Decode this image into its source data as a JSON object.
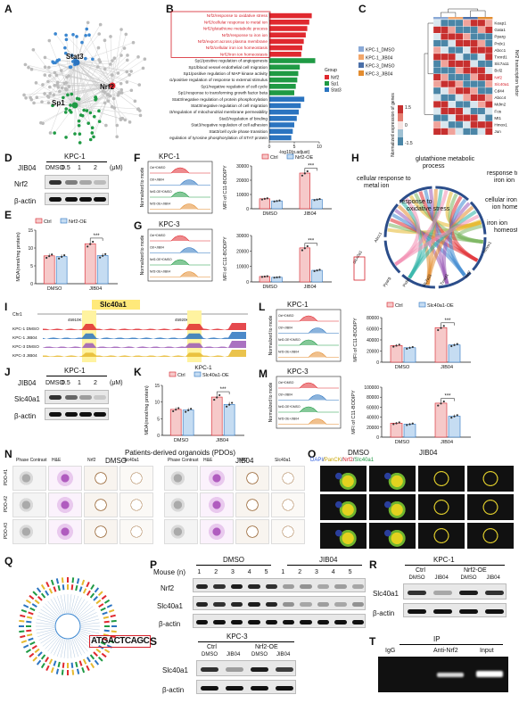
{
  "panels": {
    "A": {
      "label": "A",
      "nodes": {
        "stat3": "Stat3",
        "nrf2": "Nrf2",
        "sp1": "Sp1"
      }
    },
    "B": {
      "label": "B",
      "terms": [
        "Nrf2/response to oxidative stress",
        "Nrf2/cellular response to metal ion",
        "Nrf2/glutathione metabolic process",
        "Nrf2/response to iron ion",
        "Nrf2/export across plasma membrane",
        "Nrf2/cellular iron ion homeostasis",
        "Nrf2/iron ion homeostasis",
        "Sp1/positive regulation of angiogenesis",
        "Sp1/blood vessel endothelial cell migration",
        "Sp1/positive regulation of MAP kinase activity",
        "Sp1/positive regulation of response to external stimulus",
        "Sp1/negative regulation of cell cycle",
        "Sp1/response to transforming growth factor beta",
        "Stat3/negative regulation of protein phosphorylation",
        "Stat3/negative regulation of cell migration",
        "Stat3/regulation of mitochondrial membrane permeability",
        "Stat3/regulation of binding",
        "Stat3/negative regulation of cell adhesion",
        "Stat3/cell cycle phase transition",
        "Stat3/regulation of tyrosine phosphorylation of STAT protein"
      ],
      "values": [
        8.5,
        8.0,
        7.6,
        7.3,
        6.9,
        6.6,
        6.4,
        9.2,
        6.1,
        5.8,
        5.6,
        5.3,
        5.0,
        7.0,
        6.3,
        5.9,
        5.5,
        5.0,
        4.7,
        4.4
      ],
      "groups": [
        "Nrf2",
        "Nrf2",
        "Nrf2",
        "Nrf2",
        "Nrf2",
        "Nrf2",
        "Nrf2",
        "Sp1",
        "Sp1",
        "Sp1",
        "Sp1",
        "Sp1",
        "Sp1",
        "Stat3",
        "Stat3",
        "Stat3",
        "Stat3",
        "Stat3",
        "Stat3",
        "Stat3"
      ],
      "legend_title": "Group",
      "legend": [
        "Nrf2",
        "Sp1",
        "Stat3"
      ],
      "colors": {
        "Nrf2": "#e0292f",
        "Sp1": "#1f9a44",
        "Stat3": "#2b74c0"
      },
      "xlabel": "-log10(p.adjust)",
      "xticks": [
        "0",
        "5",
        "10"
      ]
    },
    "C": {
      "label": "C",
      "legend": [
        "KPC-1_DMSO",
        "KPC-1_JIB04",
        "KPC-3_DMSO",
        "KPC-3_JIB04"
      ],
      "genes": [
        "Keap1",
        "Gata1",
        "Pparg",
        "Prdx1",
        "Abcc1",
        "Txnrd1",
        "Slc7a11",
        "Bcl2",
        "Nrf2",
        "Slc40a1",
        "Cd44",
        "Abcc4",
        "Mdm2",
        "Fos",
        "Mt1",
        "Hmox1",
        "Jun"
      ],
      "scale_title": "Normalized expression of genes",
      "scale_ticks": [
        "1.5",
        "0",
        "-1.5"
      ],
      "side_title": "Nrf2 transcription factor"
    },
    "D": {
      "label": "D",
      "cell": "KPC-1",
      "agent": "JIB04",
      "doses": [
        "DMSO",
        "0.5",
        "1",
        "2"
      ],
      "unit": "(μM)",
      "rows": [
        "Nrf2",
        "β-actin"
      ]
    },
    "E": {
      "label": "E",
      "ylabel": "MDA(nmol/mg protein)",
      "legend": [
        "Ctrl",
        "Nrf2-OE"
      ],
      "xticks": [
        "DMSO",
        "JIB04"
      ],
      "yticks": [
        "0",
        "5",
        "10",
        "15"
      ],
      "sig": "***"
    },
    "F": {
      "label": "F",
      "cell": "KPC-1",
      "ylabel_flow": "Normalized to mode",
      "tracks": [
        "Ctrl+DMSO",
        "Ctrl+JIB04",
        "Nrf2-OE+DMSO",
        "Nrf2-OE+JIB04"
      ],
      "ylabel": "MFI of C11-BODIPY",
      "legend": [
        "Ctrl",
        "Nrf2-OE"
      ],
      "yticks": [
        "0",
        "10000",
        "20000",
        "30000"
      ],
      "xticks": [
        "DMSO",
        "JIB04"
      ],
      "sig": "***"
    },
    "G": {
      "label": "G",
      "cell": "KPC-3",
      "ylabel_flow": "Normalized to mode",
      "tracks": [
        "Ctrl+DMSO",
        "Ctrl+JIB04",
        "Nrf2-OE+DMSO",
        "Nrf2-OE+JIB04"
      ],
      "ylabel": "MFI of C11-BODIPY",
      "yticks": [
        "0",
        "10000",
        "20000",
        "30000"
      ],
      "xticks": [
        "DMSO",
        "JIB04"
      ],
      "sig": "***"
    },
    "H": {
      "label": "H",
      "terms": [
        "cellular response to metal ion",
        "glutathione metabolic process",
        "response to iron ion",
        "response to oxidative stress",
        "cellular iron ion homeostasis",
        "iron ion homeostasis"
      ],
      "genes": [
        "Slc40a1",
        "Pparg",
        "Prdx1",
        "Slc7a11",
        "Txnrd1",
        "Nrf2",
        "Hmox1",
        "Abcc1"
      ]
    },
    "I": {
      "label": "I",
      "gene": "Slc40a1",
      "chr": "Chr1",
      "coords": [
        "45910K",
        "45920K"
      ],
      "tracks": [
        "KPC-1 DMSO",
        "KPC-1 JIB04",
        "KPC-3 DMSO",
        "KPC-3 JIB04"
      ]
    },
    "J": {
      "label": "J",
      "cell": "KPC-1",
      "agent": "JIB04",
      "doses": [
        "DMSO",
        "0.5",
        "1",
        "2"
      ],
      "unit": "(μM)",
      "rows": [
        "Slc40a1",
        "β-actin"
      ]
    },
    "K": {
      "label": "K",
      "cell": "KPC-1",
      "ylabel": "MDA(nmol/mg protein)",
      "legend": [
        "Ctrl",
        "Slc40a1-OE"
      ],
      "xticks": [
        "DMSO",
        "JIB04"
      ],
      "yticks": [
        "0",
        "5",
        "10",
        "15"
      ],
      "sig": "***"
    },
    "L": {
      "label": "L",
      "cell": "KPC-1",
      "ylabel_flow": "Normalized to mode",
      "tracks": [
        "Ctrl+DMSO",
        "Ctrl+JIB04",
        "Nrf2-OE+DMSO",
        "Nrf2-OE+JIB04"
      ],
      "ylabel": "MFI of C11-BODIPY",
      "legend": [
        "Ctrl",
        "Slc40a1-OE"
      ],
      "yticks": [
        "0",
        "20000",
        "40000",
        "60000",
        "80000"
      ],
      "xticks": [
        "DMSO",
        "JIB04"
      ],
      "sig": "***"
    },
    "M": {
      "label": "M",
      "cell": "KPC-3",
      "ylabel_flow": "Normalized to mode",
      "tracks": [
        "Ctrl+DMSO",
        "Ctrl+JIB04",
        "Nrf2-OE+DMSO",
        "Nrf2-OE+JIB04"
      ],
      "ylabel": "MFI of C11-BODIPY",
      "yticks": [
        "0",
        "20000",
        "40000",
        "60000",
        "80000",
        "100000"
      ],
      "xticks": [
        "DMSO",
        "JIB04"
      ],
      "sig": "***"
    },
    "N": {
      "label": "N",
      "title": "Patients-derived organoids (PDOs)",
      "groups": [
        "DMSO",
        "JIB04"
      ],
      "cols": [
        "Phase Contrast",
        "H&E",
        "Nrf2",
        "Slc40a1"
      ],
      "rows": [
        "PDO-#1",
        "PDO-#2",
        "PDO-#3"
      ]
    },
    "O": {
      "label": "O",
      "groups": [
        "DMSO",
        "JIB04"
      ],
      "channels": [
        "DAPI",
        "PanCK",
        "Nrf2",
        "Slc40a1"
      ]
    },
    "P": {
      "label": "P",
      "mouse_label": "Mouse (n)",
      "groups": [
        "DMSO",
        "JIB04"
      ],
      "mice": [
        "1",
        "2",
        "3",
        "4",
        "5"
      ],
      "rows": [
        "Nrf2",
        "Slc40a1",
        "β-actin"
      ]
    },
    "Q": {
      "label": "Q",
      "motif": "ATGACTCAGC"
    },
    "R": {
      "label": "R",
      "cell": "KPC-1",
      "groups": [
        "Ctrl",
        "Nrf2-OE"
      ],
      "lanes": [
        "DMSO",
        "JIB04",
        "DMSO",
        "JIB04"
      ],
      "rows": [
        "Slc40a1",
        "β-actin"
      ]
    },
    "S": {
      "label": "S",
      "cell": "KPC-3",
      "groups": [
        "Ctrl",
        "Nrf2-OE"
      ],
      "lanes": [
        "DMSO",
        "JIB04",
        "DMSO",
        "JIB04"
      ],
      "rows": [
        "Slc40a1",
        "β-actin"
      ]
    },
    "T": {
      "label": "T",
      "title": "IP",
      "lanes": [
        "IgG",
        "Anti-Nrf2",
        "Input"
      ]
    }
  },
  "chart_data": [
    {
      "type": "bar",
      "panel": "E",
      "categories": [
        "DMSO",
        "JIB04"
      ],
      "series": [
        {
          "name": "Ctrl",
          "values": [
            7.8,
            11.2
          ]
        },
        {
          "name": "Nrf2-OE",
          "values": [
            7.6,
            7.9
          ]
        }
      ],
      "ylabel": "MDA(nmol/mg protein)",
      "ylim": [
        0,
        15
      ]
    },
    {
      "type": "bar",
      "panel": "F",
      "categories": [
        "DMSO",
        "JIB04"
      ],
      "series": [
        {
          "name": "Ctrl",
          "values": [
            7000,
            25000
          ]
        },
        {
          "name": "Nrf2-OE",
          "values": [
            5500,
            6500
          ]
        }
      ],
      "ylabel": "MFI of C11-BODIPY",
      "ylim": [
        0,
        30000
      ]
    },
    {
      "type": "bar",
      "panel": "G",
      "categories": [
        "DMSO",
        "JIB04"
      ],
      "series": [
        {
          "name": "Ctrl",
          "values": [
            3500,
            22000
          ]
        },
        {
          "name": "Nrf2-OE",
          "values": [
            3000,
            7500
          ]
        }
      ],
      "ylabel": "MFI of C11-BODIPY",
      "ylim": [
        0,
        30000
      ]
    },
    {
      "type": "bar",
      "panel": "K",
      "categories": [
        "DMSO",
        "JIB04"
      ],
      "series": [
        {
          "name": "Ctrl",
          "values": [
            7.8,
            11.5
          ]
        },
        {
          "name": "Slc40a1-OE",
          "values": [
            7.6,
            9.3
          ]
        }
      ],
      "ylabel": "MDA(nmol/mg protein)",
      "ylim": [
        0,
        15
      ]
    },
    {
      "type": "bar",
      "panel": "L",
      "categories": [
        "DMSO",
        "JIB04"
      ],
      "series": [
        {
          "name": "Ctrl",
          "values": [
            30000,
            62000
          ]
        },
        {
          "name": "Slc40a1-OE",
          "values": [
            26000,
            31000
          ]
        }
      ],
      "ylabel": "MFI of C11-BODIPY",
      "ylim": [
        0,
        80000
      ]
    },
    {
      "type": "bar",
      "panel": "M",
      "categories": [
        "DMSO",
        "JIB04"
      ],
      "series": [
        {
          "name": "Ctrl",
          "values": [
            28000,
            68000
          ]
        },
        {
          "name": "Slc40a1-OE",
          "values": [
            26000,
            42000
          ]
        }
      ],
      "ylabel": "MFI of C11-BODIPY",
      "ylim": [
        0,
        100000
      ]
    }
  ]
}
